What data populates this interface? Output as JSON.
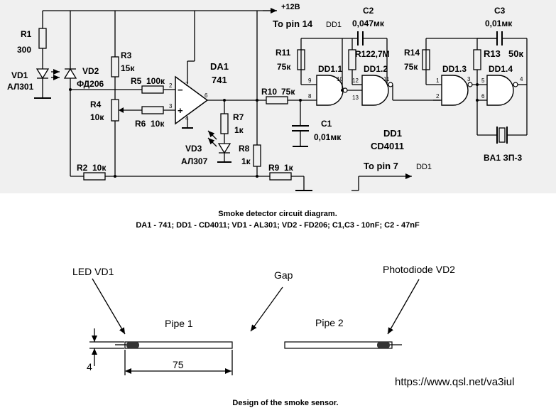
{
  "schematic": {
    "supply": "+12B",
    "r1": {
      "name": "R1",
      "value": "300"
    },
    "vd1": {
      "name": "VD1",
      "type": "АЛ301"
    },
    "vd2": {
      "name": "VD2",
      "type": "ФД206"
    },
    "r3": {
      "name": "R3",
      "value": "15к"
    },
    "r5": {
      "name": "R5",
      "value": "100к"
    },
    "r4": {
      "name": "R4",
      "value": "10к"
    },
    "r6": {
      "name": "R6",
      "value": "10к"
    },
    "r2": {
      "name": "R2",
      "value": "10к"
    },
    "da1": {
      "name": "DA1",
      "type": "741"
    },
    "vd3": {
      "name": "VD3",
      "type": "АЛ307"
    },
    "r7": {
      "name": "R7",
      "value": "1к"
    },
    "r8": {
      "name": "R8",
      "value": "1к"
    },
    "r9": {
      "name": "R9",
      "value": "1к"
    },
    "r10": {
      "name": "R10",
      "value": "75к"
    },
    "r11": {
      "name": "R11",
      "value": "75к"
    },
    "r12": {
      "name": "R12",
      "value": "2,7М"
    },
    "r13": {
      "name": "R13",
      "value": "50к"
    },
    "r14": {
      "name": "R14",
      "value": "75к"
    },
    "c1": {
      "name": "C1",
      "value": "0,01мк"
    },
    "c2": {
      "name": "C2",
      "value": "0,047мк"
    },
    "c3": {
      "name": "C3",
      "value": "0,01мк"
    },
    "gates": [
      "DD1.1",
      "DD1.2",
      "DD1.3",
      "DD1.4"
    ],
    "dd1": {
      "name": "DD1",
      "type": "CD4011"
    },
    "ba1": "BA1 ЗП-3",
    "pin14": {
      "text": "To pin 14",
      "chip": "DD1"
    },
    "pin7": {
      "text": "To pin 7",
      "chip": "DD1"
    },
    "pins": {
      "op_inv": "2",
      "op_noninv": "3",
      "op_out": "6",
      "op_vplus": "7",
      "op_vminus": "4",
      "g1_a": "9",
      "g1_b": "8",
      "g1_out": "10",
      "g2_a": "12",
      "g2_b": "13",
      "g2_out": "11",
      "g3_a": "1",
      "g3_b": "2",
      "g3_out": "3",
      "g4_a": "5",
      "g4_b": "6",
      "g4_out": "4"
    }
  },
  "caption1": {
    "title": "Smoke detector circuit diagram.",
    "detail": "DA1 - 741; DD1 - CD4011; VD1 - AL301; VD2 - FD206; C1,C3 - 10nF; C2 - 47nF"
  },
  "sensor": {
    "led": "LED VD1",
    "gap": "Gap",
    "photodiode": "Photodiode VD2",
    "pipe1": "Pipe 1",
    "pipe2": "Pipe 2",
    "dim_diameter": "4",
    "dim_length": "75"
  },
  "url": "https://www.qsl.net/va3iul",
  "caption2": "Design of the smoke sensor."
}
